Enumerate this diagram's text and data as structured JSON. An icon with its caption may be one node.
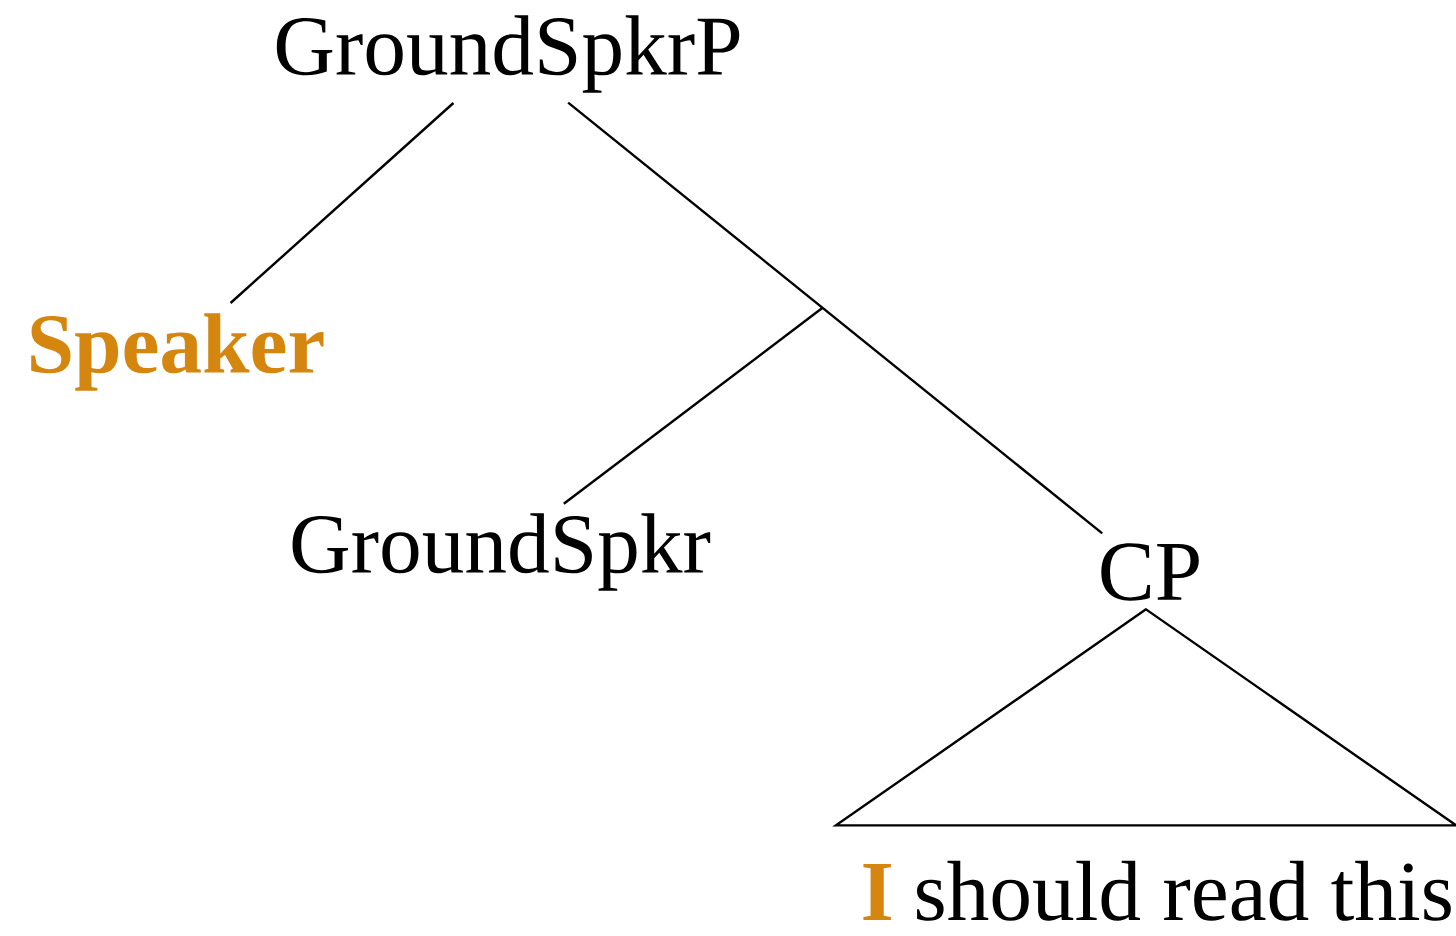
{
  "diagram": {
    "nodes": [
      {
        "text": [
          "GroundSpkrP"
        ]
      },
      {
        "text": [
          "Speaker"
        ]
      },
      {
        "text": [
          "GroundSpkr"
        ]
      },
      {
        "text": [
          "CP"
        ]
      },
      {
        "text": [],
        "shape": "triangle",
        "beside": [
          "I",
          "should read this"
        ]
      }
    ],
    "edges": [
      {
        "from": 0,
        "to": 1,
        "arrow": "none"
      },
      {
        "from": 0,
        "to": 2,
        "arrow": "none"
      },
      {
        "from": 0,
        "to": 3,
        "arrow": "none"
      }
    ]
  }
}
